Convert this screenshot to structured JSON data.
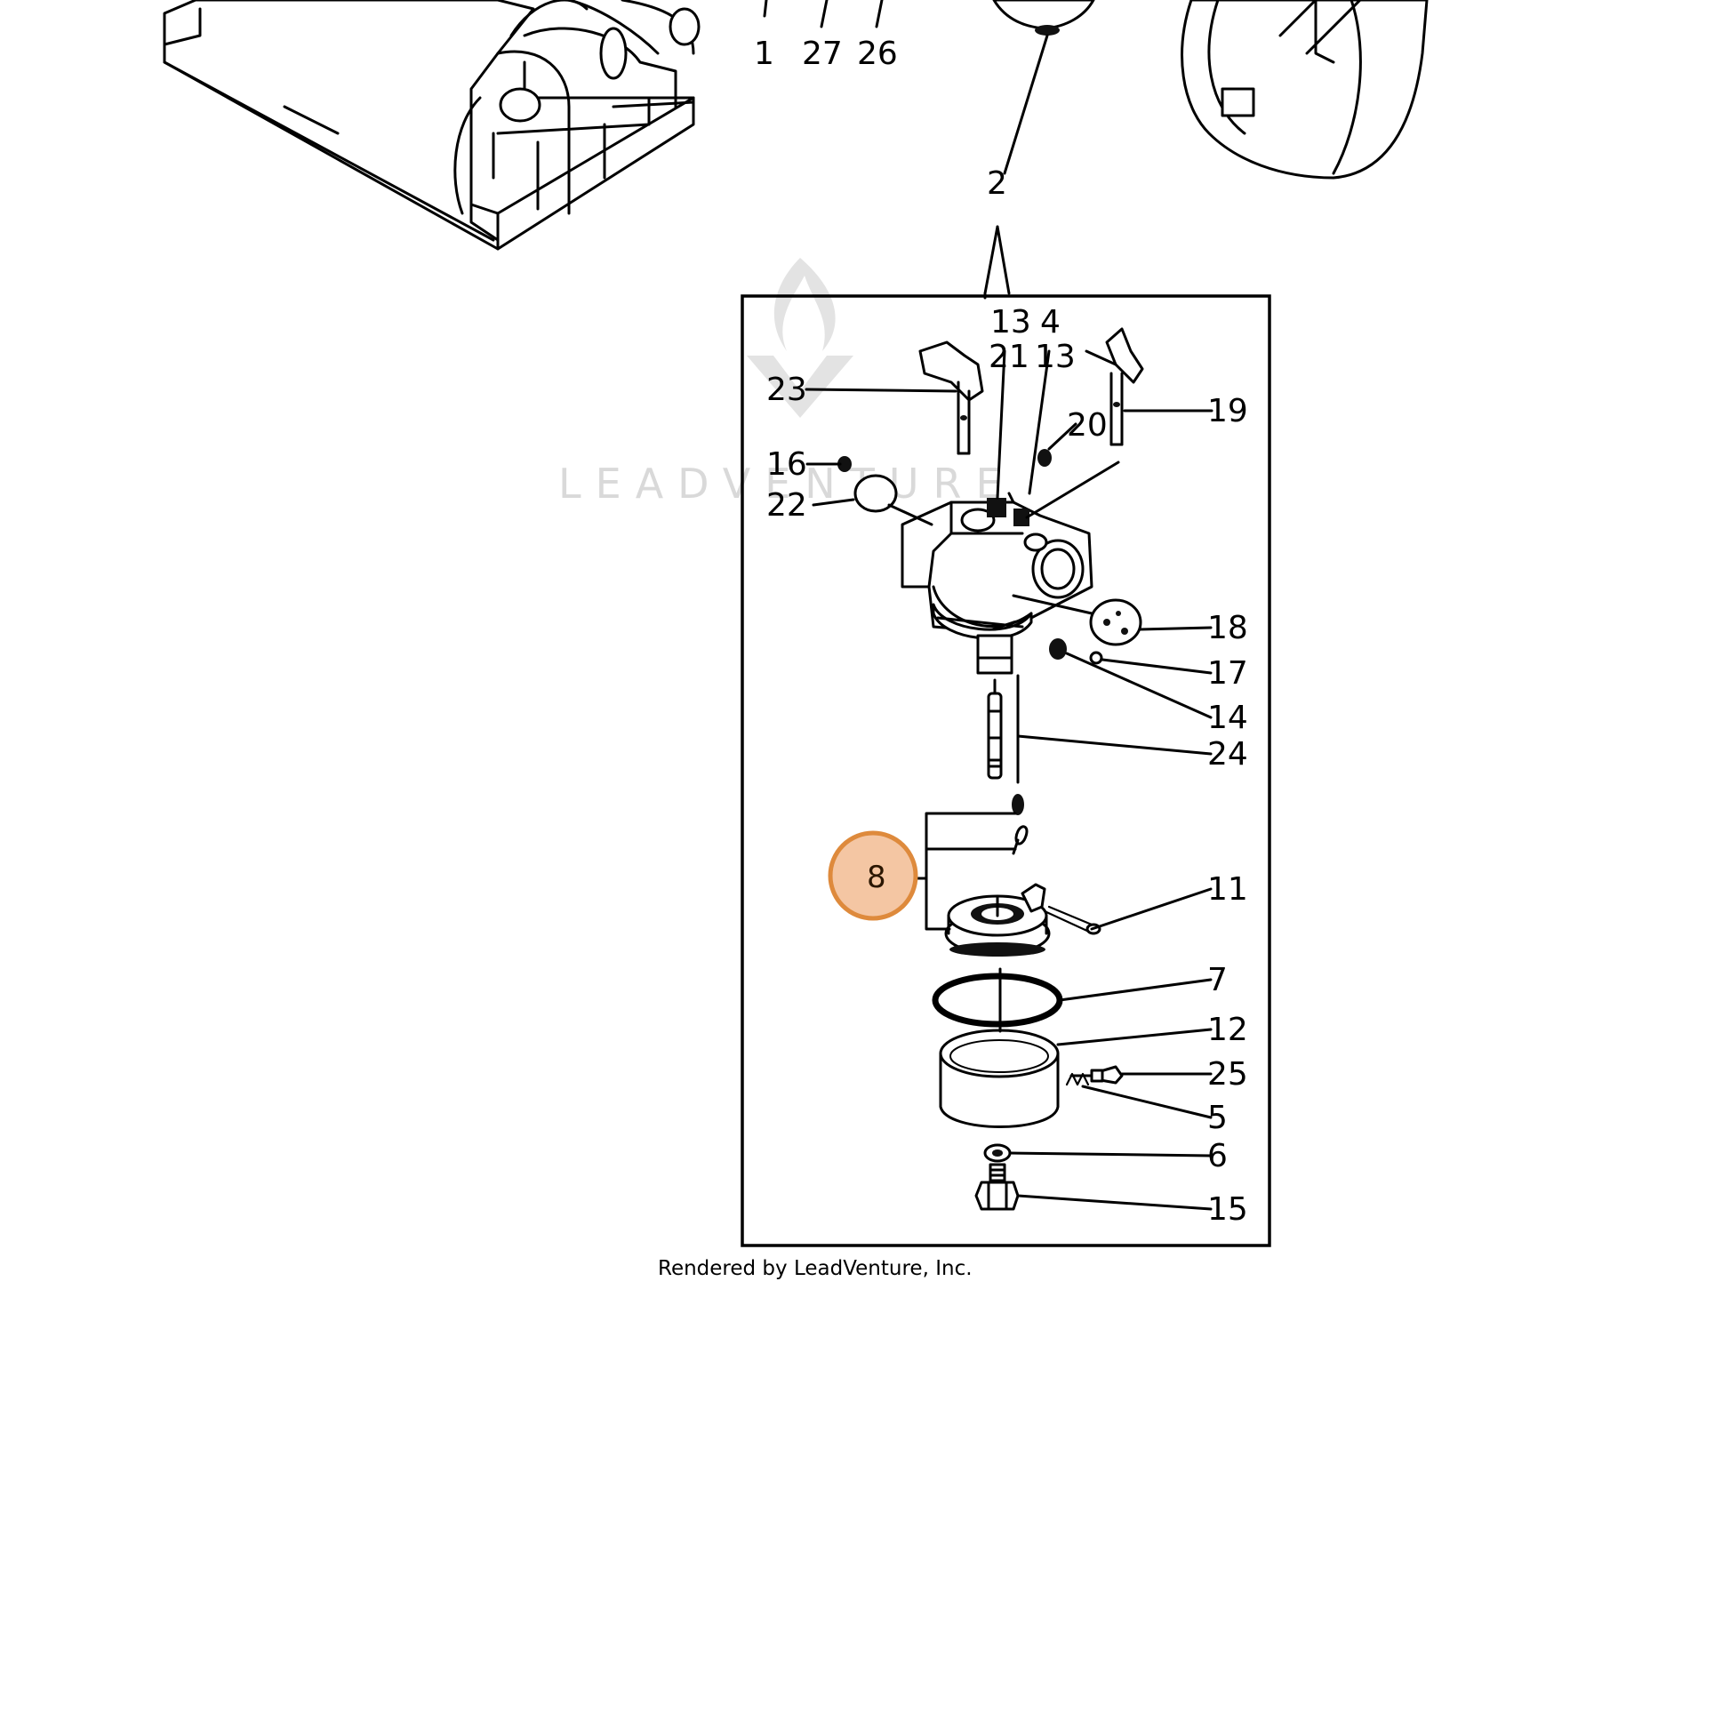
{
  "diagram": {
    "callouts": {
      "c1": "1",
      "c27": "27",
      "c26": "26",
      "c2": "2",
      "c13a": "13",
      "c4": "4",
      "c21": "21",
      "c13b": "13",
      "c23": "23",
      "c19": "19",
      "c20": "20",
      "c16": "16",
      "c22": "22",
      "c18": "18",
      "c17": "17",
      "c14": "14",
      "c24": "24",
      "c8": "8",
      "c11": "11",
      "c7": "7",
      "c12": "12",
      "c25": "25",
      "c5": "5",
      "c6": "6",
      "c15": "15"
    },
    "watermark": "LEADVENTURE",
    "credit": "Rendered by LeadVenture, Inc.",
    "highlight_color": "#f4c6a3",
    "highlight_border": "#de8a3c"
  }
}
